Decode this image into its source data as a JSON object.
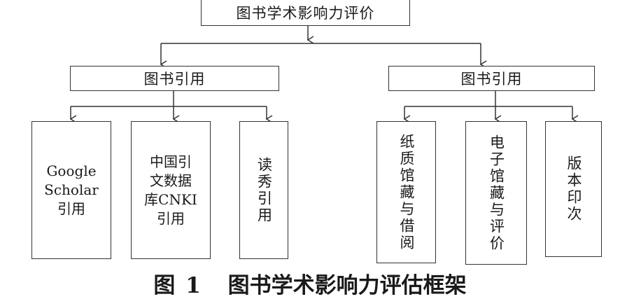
{
  "root": {
    "label": "图书学术影响力评价"
  },
  "groups": [
    {
      "label": "图书引用",
      "children": [
        {
          "lines": [
            "Google",
            "Scholar",
            "引用"
          ]
        },
        {
          "lines": [
            "中国引",
            "文数据",
            "库CNKI",
            "引用"
          ]
        },
        {
          "label": "读秀引用"
        }
      ]
    },
    {
      "label": "图书引用",
      "children": [
        {
          "label": "纸质馆藏与借阅"
        },
        {
          "label": "电子馆藏与评价"
        },
        {
          "label": "版本印次"
        }
      ]
    }
  ],
  "caption": {
    "fig": "图",
    "num": "1",
    "title": "图书学术影响力评估框架"
  }
}
